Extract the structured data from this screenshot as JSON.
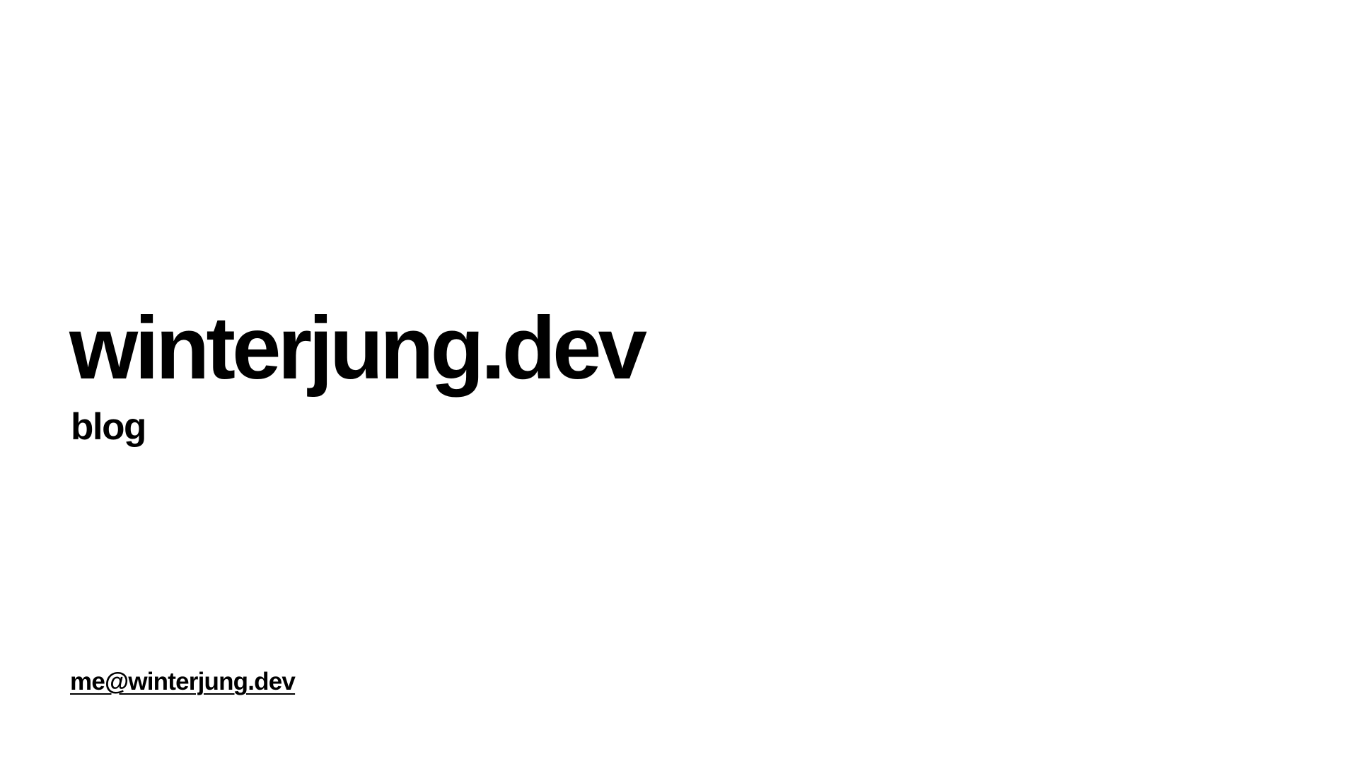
{
  "site": {
    "title": "winterjung.dev",
    "subtitle": "blog"
  },
  "contact": {
    "email": "me@winterjung.dev"
  },
  "colors": {
    "background": "#ffffff",
    "text": "#000000"
  }
}
